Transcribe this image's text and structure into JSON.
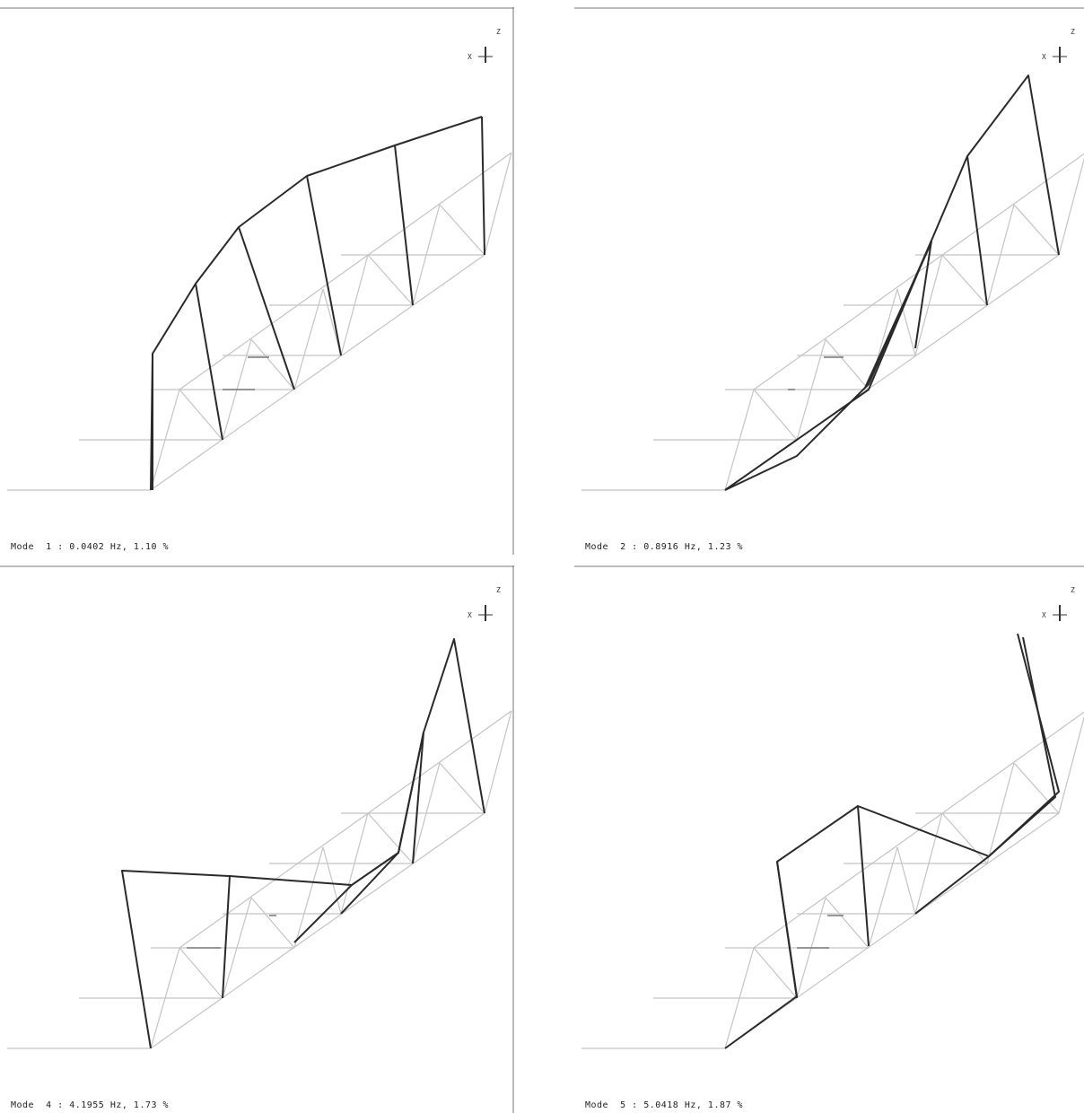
{
  "modes": [
    {
      "caption": "Mode  1 : 0.0402 Hz, 1.10 %"
    },
    {
      "caption": "Mode  2 : 0.8916 Hz, 1.23 %"
    },
    {
      "caption": "Mode  4 : 4.1955 Hz, 1.73 %"
    },
    {
      "caption": "Mode  5 : 5.0418 Hz, 1.87 %"
    }
  ],
  "axis_triad": {
    "x_label": "X",
    "z_label": "Z"
  },
  "colors": {
    "undeformed": "#c4c4c4",
    "deformed": "#2a2a2a"
  }
}
